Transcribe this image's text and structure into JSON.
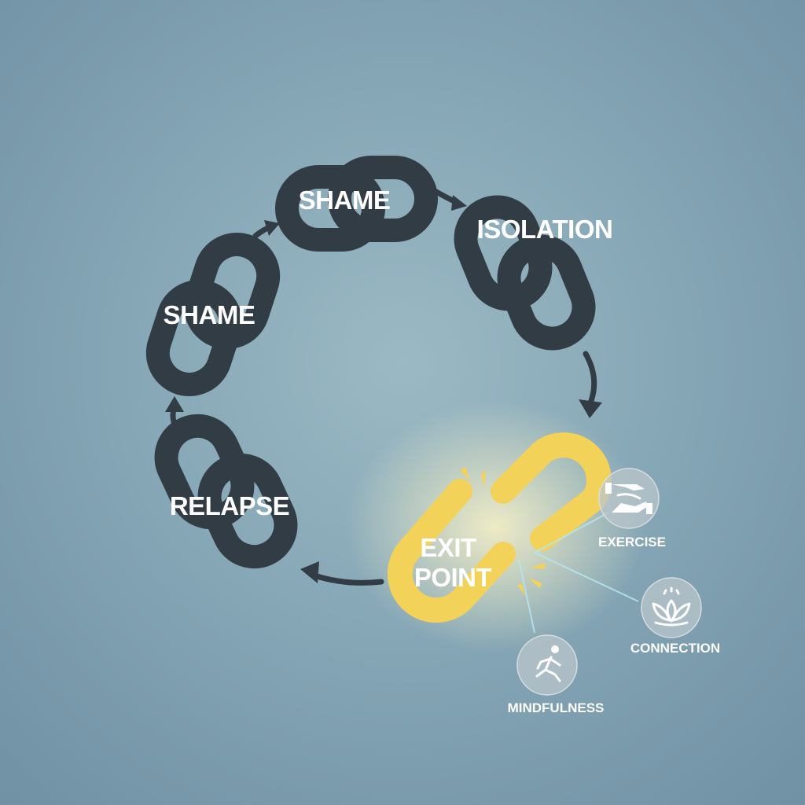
{
  "cycle": {
    "stages": [
      {
        "id": "shame-top",
        "label": "SHAME"
      },
      {
        "id": "isolation",
        "label": "ISOLATION"
      },
      {
        "id": "shame-left",
        "label": "SHAME"
      },
      {
        "id": "relapse",
        "label": "RELAPSE"
      }
    ],
    "exit": {
      "line1": "EXIT",
      "line2": "POINT"
    }
  },
  "strategies": [
    {
      "label": "EXERCISE",
      "icon": "helping-hands-icon"
    },
    {
      "label": "CONNECTION",
      "icon": "lotus-icon"
    },
    {
      "label": "MINDFULNESS",
      "icon": "running-person-icon"
    }
  ],
  "colors": {
    "chain": "#323c44",
    "exit_link": "#f3d25a",
    "background": "#86a7b6",
    "rays": "#b8e6ee"
  }
}
